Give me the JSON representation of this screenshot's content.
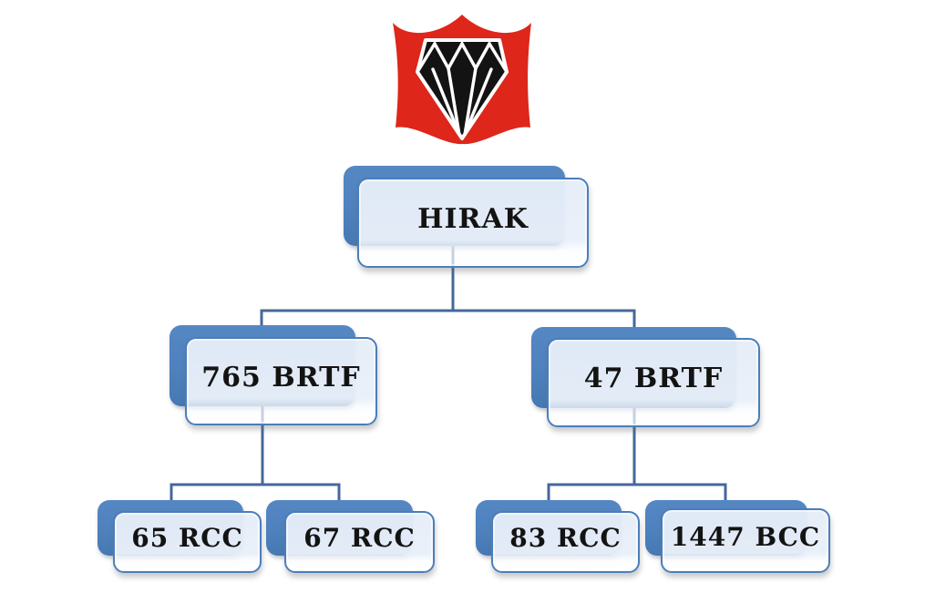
{
  "title": "HIRAK organisation chart",
  "logo": {
    "name": "diamond-crest",
    "shield_color": "#DE261B",
    "diamond_color": "#131313"
  },
  "style": {
    "canvas_bg": "#FFFFFF",
    "accent_blue": "#4E81BD",
    "border_blue": "#4A7EBC",
    "connector_blue": "#44689B",
    "panel_fill": "#E9EEF7",
    "label_color": "#131313"
  },
  "tree": {
    "label": "HIRAK",
    "children": [
      {
        "label": "765 BRTF",
        "children": [
          {
            "label": "65 RCC"
          },
          {
            "label": "67 RCC"
          }
        ]
      },
      {
        "label": "47 BRTF",
        "children": [
          {
            "label": "83 RCC"
          },
          {
            "label": "1447 BCC"
          }
        ]
      }
    ]
  }
}
